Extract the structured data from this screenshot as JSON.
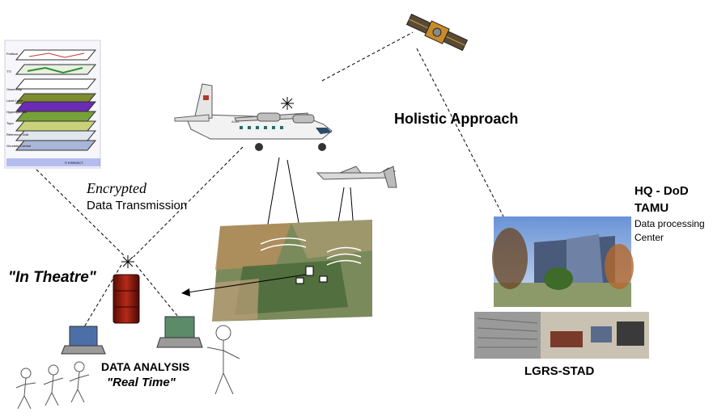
{
  "labels": {
    "holistic_approach": "Holistic Approach",
    "encrypted": "Encrypted",
    "data_transmission": "Data Transmission",
    "in_theatre": "\"In Theatre\"",
    "data_analysis": "DATA ANALYSIS",
    "real_time": "\"Real Time\"",
    "hq_dod": "HQ - DoD",
    "tamu": "TAMU",
    "data_processing": "Data processing",
    "center": "Center",
    "lgrs_stad": "LGRS-STAD"
  },
  "gis_layers": {
    "labels": [
      "Political",
      "TTI",
      "Ownership",
      "Land Cover",
      "Hyperspectral",
      "Topo",
      "Reference Grid",
      "Geodetic Control"
    ],
    "copyright": "© ESRI/DCT"
  },
  "aircraft_marking": "A003",
  "colors": {
    "line": "#000000",
    "layer_blue": "#3b50d6",
    "layer_green": "#76a13a",
    "layer_purple": "#6a2bb5",
    "layer_olive": "#7d8b2e",
    "server_red": "#9b1c12"
  }
}
